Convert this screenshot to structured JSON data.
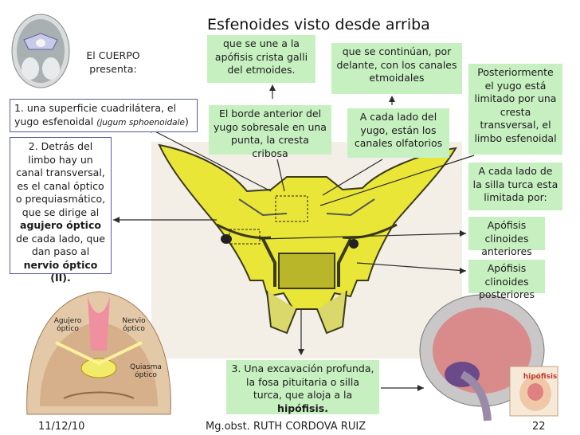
{
  "title": "Esfenoides visto desde arriba",
  "intro": {
    "line1": "El CUERPO",
    "line2": "presenta:"
  },
  "boxes": {
    "cuadrilatera_main": "1. una superficie cuadrilátera, el yugo esfenoidal",
    "cuadrilatera_italic": "(jugum sphoenoidale",
    "cuadrilatera_end": ")",
    "canal_part1": "2. Detrás del limbo hay un canal transversal, es el canal óptico o prequiasmático, que se dirige al",
    "canal_bold1": "agujero óptico",
    "canal_part2": "de cada lado, que dan paso al",
    "canal_bold2": "nervio óptico (II).",
    "crista_galli": "que se une a la apófisis crista galli del etmoides.",
    "borde_anterior": "El borde anterior del yugo sobresale en una punta, la cresta cribosa",
    "canales_etmoidales": "que se continúan, por delante, con los canales etmoidales",
    "olfatorios": "A cada lado del yugo, están los canales olfatorios",
    "limbo": "Posteriormente el yugo está limitado por una cresta transversal, el limbo esfenoidal",
    "silla_lado": "A cada lado de la silla turca esta limitada por:",
    "clinoides_anteriores": "Apófisis clinoides anteriores",
    "clinoides_posteriores": "Apófisis clinoides posteriores",
    "excavacion_part": "3. Una excavación profunda, la fosa pituitaria o silla turca, que aloja a la",
    "excavacion_bold": "hipófisis."
  },
  "inset_labels": {
    "agujero": "Agujero óptico",
    "nervio": "Nervio óptico",
    "quiasma": "Quiasma óptico",
    "hipofisis": "hipófisis"
  },
  "footer": {
    "date": "11/12/10",
    "author": "Mg.obst. RUTH CORDOVA RUIZ",
    "page": "22"
  },
  "colors": {
    "box_green": "#c7f0c1",
    "bone_yellow": "#e9e637",
    "box_border": "#5a5aa0"
  }
}
